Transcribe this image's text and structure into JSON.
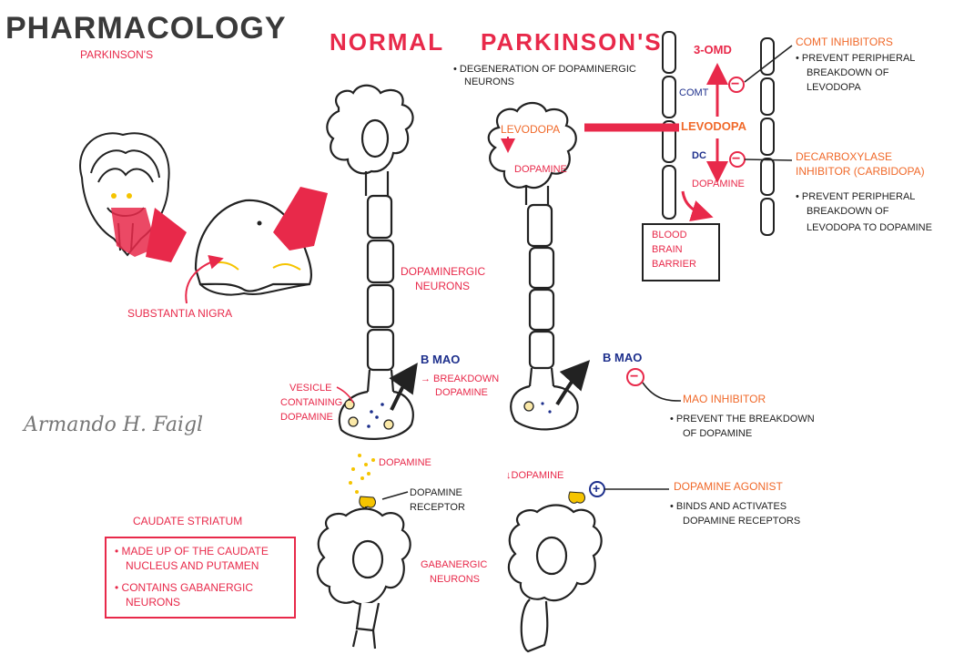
{
  "title": "PHARMACOLOGY",
  "subtitle": "PARKINSON'S",
  "normal_heading": "NORMAL",
  "parkinsons_heading": "PARKINSON'S",
  "degeneration_note": [
    "• DEGENERATION OF DOPAMINERGIC",
    "NEURONS"
  ],
  "substantia_nigra_label": "SUBSTANTIA NIGRA",
  "dopaminergic_neurons_label": [
    "DOPAMINERGIC",
    "NEURONS"
  ],
  "vesicle_label": [
    "VESICLE",
    "CONTAINING",
    "DOPAMINE"
  ],
  "b_mao_label": "B MAO",
  "breakdown_label": [
    "→ BREAKDOWN",
    "DOPAMINE"
  ],
  "levodopa_label": "LEVODOPA",
  "dopamine_label": "DOPAMINE",
  "three_omd_label": "3-OMD",
  "comt_label": "COMT",
  "dc_label": "DC",
  "blood_brain_barrier": [
    "BLOOD",
    "BRAIN",
    "BARRIER"
  ],
  "comt_inhibitors": {
    "title": "COMT INHIBITORS",
    "desc": [
      "• PREVENT PERIPHERAL",
      "BREAKDOWN OF",
      "LEVODOPA"
    ]
  },
  "decarboxylase_inhibitor": {
    "title": [
      "DECARBOXYLASE",
      "INHIBITOR (CARBIDOPA)"
    ],
    "desc": [
      "• PREVENT PERIPHERAL",
      "BREAKDOWN OF",
      "LEVODOPA TO DOPAMINE"
    ]
  },
  "mao_inhibitor": {
    "title": "MAO INHIBITOR",
    "desc": [
      "• PREVENT THE BREAKDOWN",
      "OF DOPAMINE"
    ]
  },
  "released_dopamine": "DOPAMINE",
  "decreased_dopamine": "↓DOPAMINE",
  "dopamine_receptor": [
    "DOPAMINE",
    "RECEPTOR"
  ],
  "dopamine_agonist": {
    "title": "DOPAMINE AGONIST",
    "desc": [
      "• BINDS AND ACTIVATES",
      "DOPAMINE RECEPTORS"
    ]
  },
  "caudate_striatum": {
    "title": "CAUDATE STRIATUM",
    "items": [
      "• MADE UP OF THE CAUDATE",
      "NUCLEUS AND PUTAMEN",
      "• CONTAINS GABANERGIC",
      "NEURONS"
    ]
  },
  "gabanergic_neurons": [
    "GABANERGIC",
    "NEURONS"
  ],
  "signature": "Armando H. Faigl",
  "minus_sign": "−",
  "plus_sign": "+",
  "colors": {
    "red": "#e8294a",
    "orange": "#f0692a",
    "navy": "#1d2f8c",
    "yellow": "#f5c400",
    "ink": "#222222"
  }
}
